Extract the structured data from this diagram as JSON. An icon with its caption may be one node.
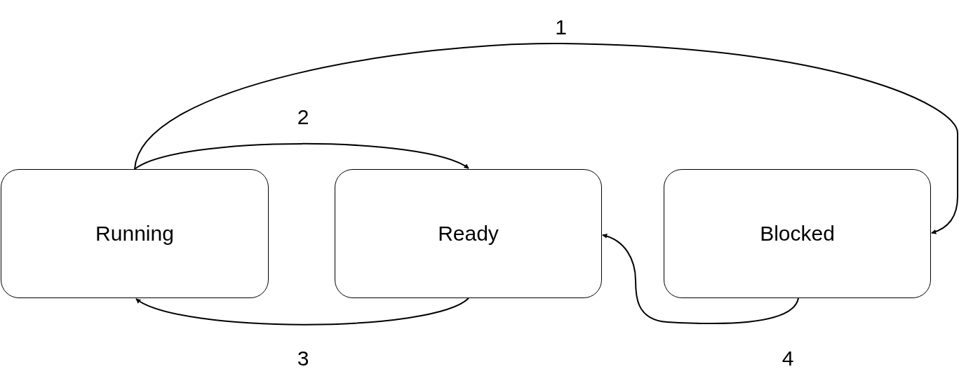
{
  "diagram": {
    "nodes": [
      {
        "text": [
          "Running"
        ]
      },
      {
        "text": [
          "Ready"
        ]
      },
      {
        "text": [
          "Blocked"
        ]
      }
    ],
    "edges": [
      {
        "from": 0,
        "to": 2,
        "arrow": "to",
        "label": "1"
      },
      {
        "from": 0,
        "to": 1,
        "arrow": "to",
        "label": "2"
      },
      {
        "from": 1,
        "to": 0,
        "arrow": "to",
        "label": "3"
      },
      {
        "from": 2,
        "to": 1,
        "arrow": "to",
        "label": "4"
      }
    ]
  }
}
